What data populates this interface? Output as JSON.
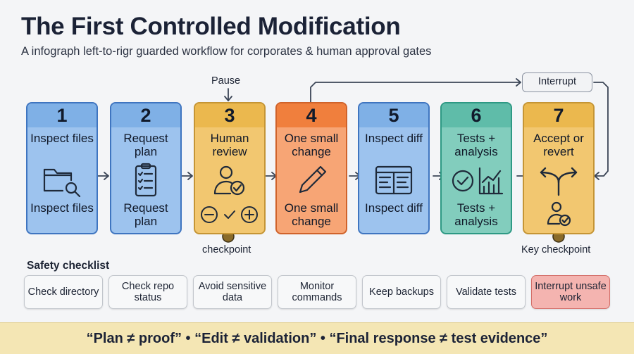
{
  "header": {
    "title": "The First Controlled Modification",
    "subtitle": "A infograph left-to-rigr guarded workflow for corporates & human approval gates"
  },
  "steps": [
    {
      "number": "1",
      "label": "Inspect files",
      "bottom_label": "Inspect files",
      "icon": "folder-search-icon",
      "fill": "#9dc3ee",
      "header_fill": "#7fb0e6",
      "border": "#3f75c0"
    },
    {
      "number": "2",
      "label": "Request plan",
      "bottom_label": "Request plan",
      "icon": "checklist-clipboard-icon",
      "fill": "#9dc3ee",
      "header_fill": "#7fb0e6",
      "border": "#3f75c0"
    },
    {
      "number": "3",
      "label": "Human review",
      "bottom_label": "",
      "icon": "reviewer-approve-icon",
      "fill": "#f2c770",
      "header_fill": "#ebb84e",
      "border": "#c59535"
    },
    {
      "number": "4",
      "label": "One small change",
      "bottom_label": "One small change",
      "icon": "pencil-icon",
      "fill": "#f7a575",
      "header_fill": "#f07f3d",
      "border": "#d0632b"
    },
    {
      "number": "5",
      "label": "Inspect diff",
      "bottom_label": "Inspect diff",
      "icon": "diff-window-icon",
      "fill": "#9dc3ee",
      "header_fill": "#7fb0e6",
      "border": "#3f75c0"
    },
    {
      "number": "6",
      "label": "Tests + analysis",
      "bottom_label": "Tests + analysis",
      "icon": "check-chart-icon",
      "fill": "#82cdbd",
      "header_fill": "#5fbca9",
      "border": "#2e9984"
    },
    {
      "number": "7",
      "label": "Accept or revert",
      "bottom_label": "",
      "icon": "fork-approve-icon",
      "fill": "#f2c770",
      "header_fill": "#ebb84e",
      "border": "#c59535"
    }
  ],
  "annotations": {
    "pause": "Pause",
    "checkpoint": "checkpoint",
    "key_checkpoint": "Key checkpoint",
    "interrupt": "Interrupt"
  },
  "checklist": {
    "title": "Safety checklist",
    "items": [
      {
        "label": "Check directory",
        "warn": false
      },
      {
        "label": "Check repo status",
        "warn": false
      },
      {
        "label": "Avoid sensitive data",
        "warn": false
      },
      {
        "label": "Monitor commands",
        "warn": false
      },
      {
        "label": "Keep backups",
        "warn": false
      },
      {
        "label": "Validate tests",
        "warn": false
      },
      {
        "label": "Interrupt unsafe work",
        "warn": true
      }
    ]
  },
  "footer": {
    "text": "“Plan ≠ proof”  •  “Edit ≠ validation”  •  “Final response ≠ test evidence”"
  }
}
